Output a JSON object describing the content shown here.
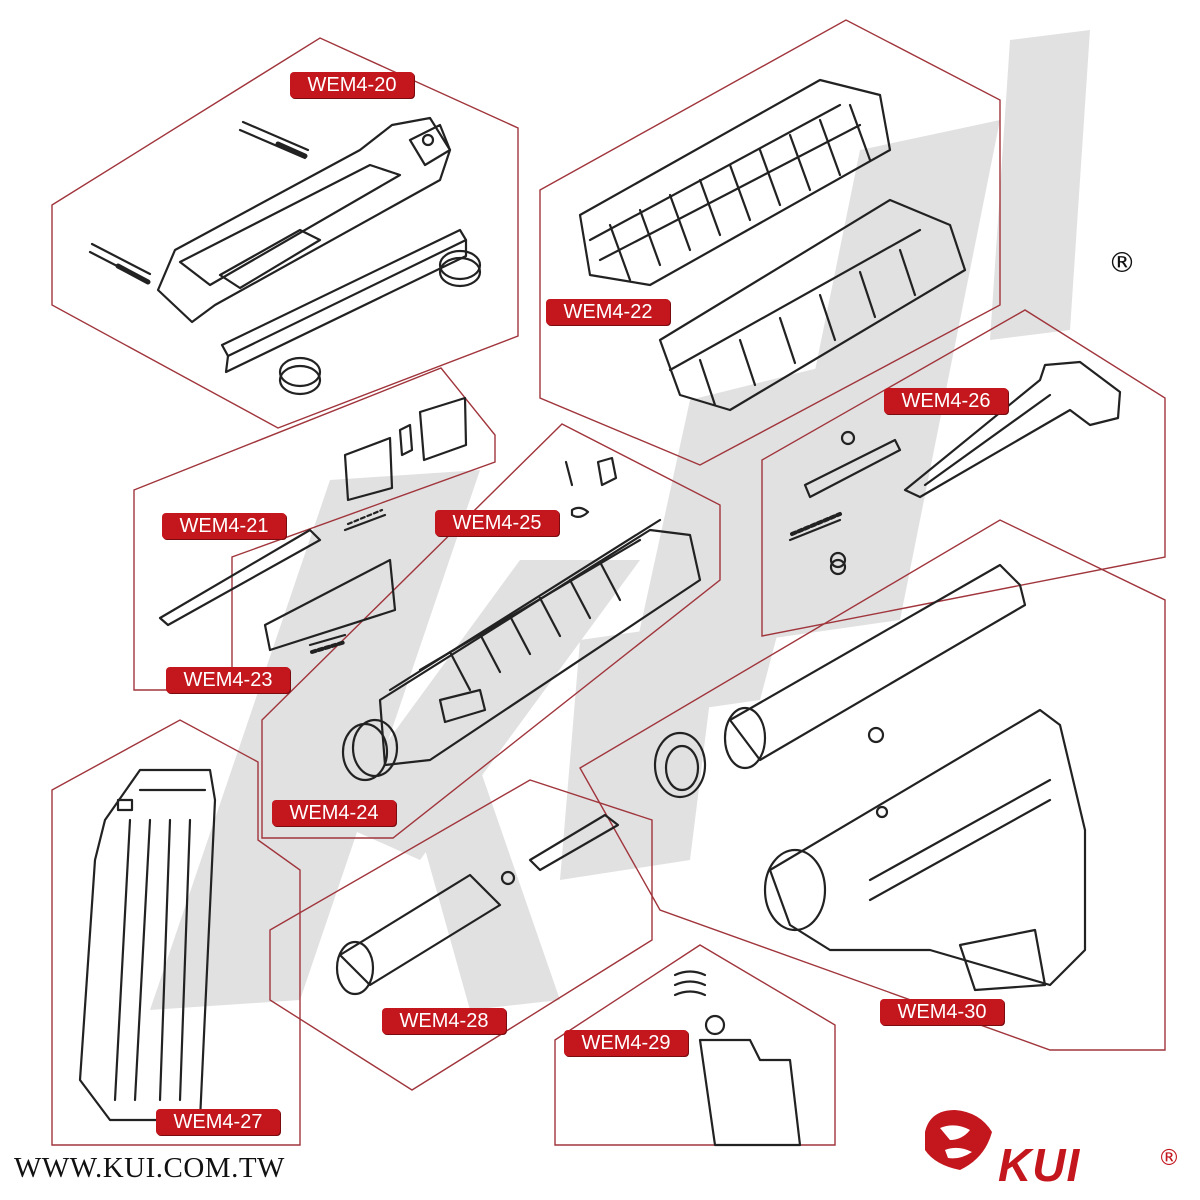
{
  "labels": {
    "p20": "WEM4-20",
    "p21": "WEM4-21",
    "p22": "WEM4-22",
    "p23": "WEM4-23",
    "p24": "WEM4-24",
    "p25": "WEM4-25",
    "p26": "WEM4-26",
    "p27": "WEM4-27",
    "p28": "WEM4-28",
    "p29": "WEM4-29",
    "p30": "WEM4-30"
  },
  "footer": {
    "website": "WWW.KUI.COM.TW",
    "brand_text": "KUI",
    "registered_mark": "®"
  },
  "watermark": {
    "text": "KUI",
    "registered_mark": "®"
  },
  "colors": {
    "label_bg": "#c3161d",
    "label_text": "#ffffff",
    "outline": "#a0353c",
    "lineart": "#222222",
    "watermark": "#d9d9d9",
    "brand": "#c3161d"
  },
  "icons": {
    "logo": "lion-head-icon"
  }
}
